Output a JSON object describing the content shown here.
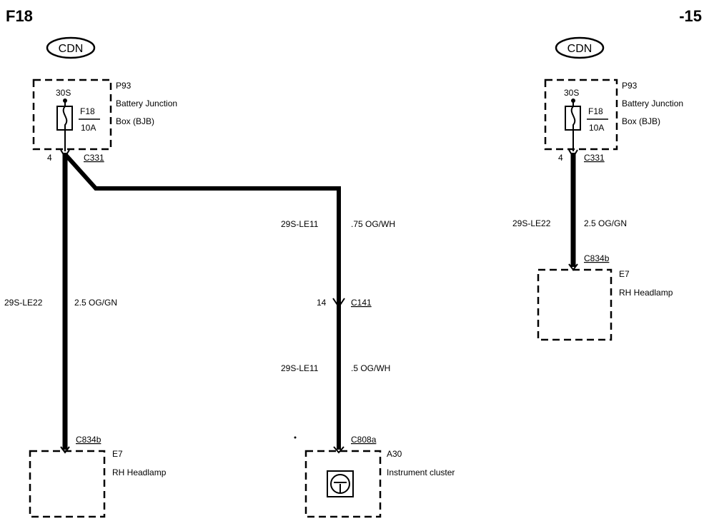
{
  "page": {
    "code": "F18",
    "page_suffix": "-15"
  },
  "left": {
    "region_badge": "CDN",
    "bjb": {
      "id": "P93",
      "name_line1": "Battery Junction",
      "name_line2": "Box (BJB)",
      "terminal": "30S",
      "fuse_id": "F18",
      "fuse_rating": "10A"
    },
    "bjb_out": {
      "pin": "4",
      "connector": "C331"
    },
    "wire_to_cluster_upper": {
      "circuit": "29S-LE11",
      "spec": ".75 OG/WH"
    },
    "wire_to_headlamp": {
      "circuit": "29S-LE22",
      "spec": "2.5 OG/GN"
    },
    "inline_conn": {
      "pin": "14",
      "connector": "C141"
    },
    "wire_to_cluster_lower": {
      "circuit": "29S-LE11",
      "spec": ".5 OG/WH"
    },
    "headlamp": {
      "connector": "C834b",
      "id": "E7",
      "name": "RH Headlamp"
    },
    "cluster": {
      "connector": "C808a",
      "id": "A30",
      "name": "Instrument cluster"
    }
  },
  "right": {
    "region_badge": "CDN",
    "bjb": {
      "id": "P93",
      "name_line1": "Battery Junction",
      "name_line2": "Box (BJB)",
      "terminal": "30S",
      "fuse_id": "F18",
      "fuse_rating": "10A"
    },
    "bjb_out": {
      "pin": "4",
      "connector": "C331"
    },
    "wire_to_headlamp": {
      "circuit": "29S-LE22",
      "spec": "2.5 OG/GN"
    },
    "headlamp": {
      "connector": "C834b",
      "id": "E7",
      "name": "RH Headlamp"
    }
  }
}
